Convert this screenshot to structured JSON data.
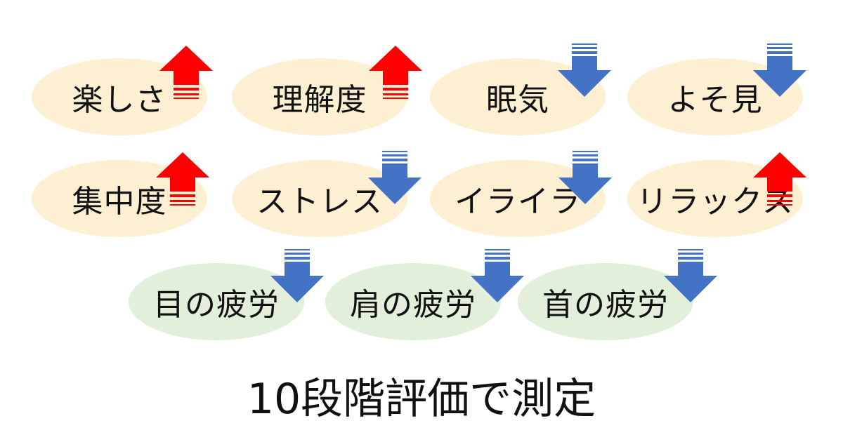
{
  "items": [
    {
      "label": "楽しさ",
      "trend": "up",
      "group": "yellow"
    },
    {
      "label": "理解度",
      "trend": "up",
      "group": "yellow"
    },
    {
      "label": "眠気",
      "trend": "down",
      "group": "yellow"
    },
    {
      "label": "よそ見",
      "trend": "down",
      "group": "yellow"
    },
    {
      "label": "集中度",
      "trend": "up",
      "group": "yellow"
    },
    {
      "label": "ストレス",
      "trend": "down",
      "group": "yellow"
    },
    {
      "label": "イライラ",
      "trend": "down",
      "group": "yellow"
    },
    {
      "label": "リラックス",
      "trend": "up",
      "group": "yellow"
    },
    {
      "label": "目の疲労",
      "trend": "down",
      "group": "green"
    },
    {
      "label": "肩の疲労",
      "trend": "down",
      "group": "green"
    },
    {
      "label": "首の疲労",
      "trend": "down",
      "group": "green"
    }
  ],
  "caption": "10段階評価で測定",
  "colors": {
    "up_arrow": "#FF0000",
    "down_arrow": "#4472C4",
    "yellow_ellipse": "#FDF0D2",
    "green_ellipse": "#E2EFDA"
  }
}
